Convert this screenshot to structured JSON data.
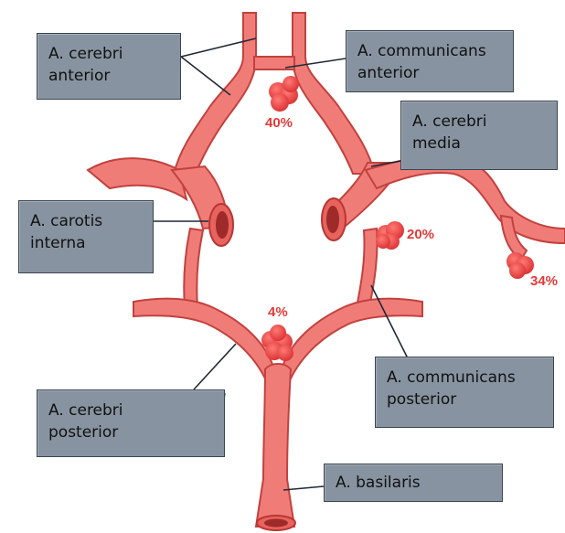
{
  "labels": {
    "cerebri_anterior": "A. cerebri\nanterior",
    "communicans_anterior": "A. communicans\nanterior",
    "cerebri_media": "A. cerebri\nmedia",
    "carotis_interna": "A. carotis\ninterna",
    "communicans_posterior": "A. communicans\nposterior",
    "cerebri_posterior": "A. cerebri\nposterior",
    "basilaris": "A. basilaris"
  },
  "aneurysm_rates": {
    "anterior_communicating": "40%",
    "internal_carotid": "20%",
    "middle_cerebral": "34%",
    "basilar_tip": "4%"
  },
  "colors": {
    "vessel": "#F07C78",
    "vessel_outline": "#C2413E",
    "aneurysm": "#E8373A",
    "label_box": "#8793A0",
    "percentage_text": "#E23A3A"
  }
}
